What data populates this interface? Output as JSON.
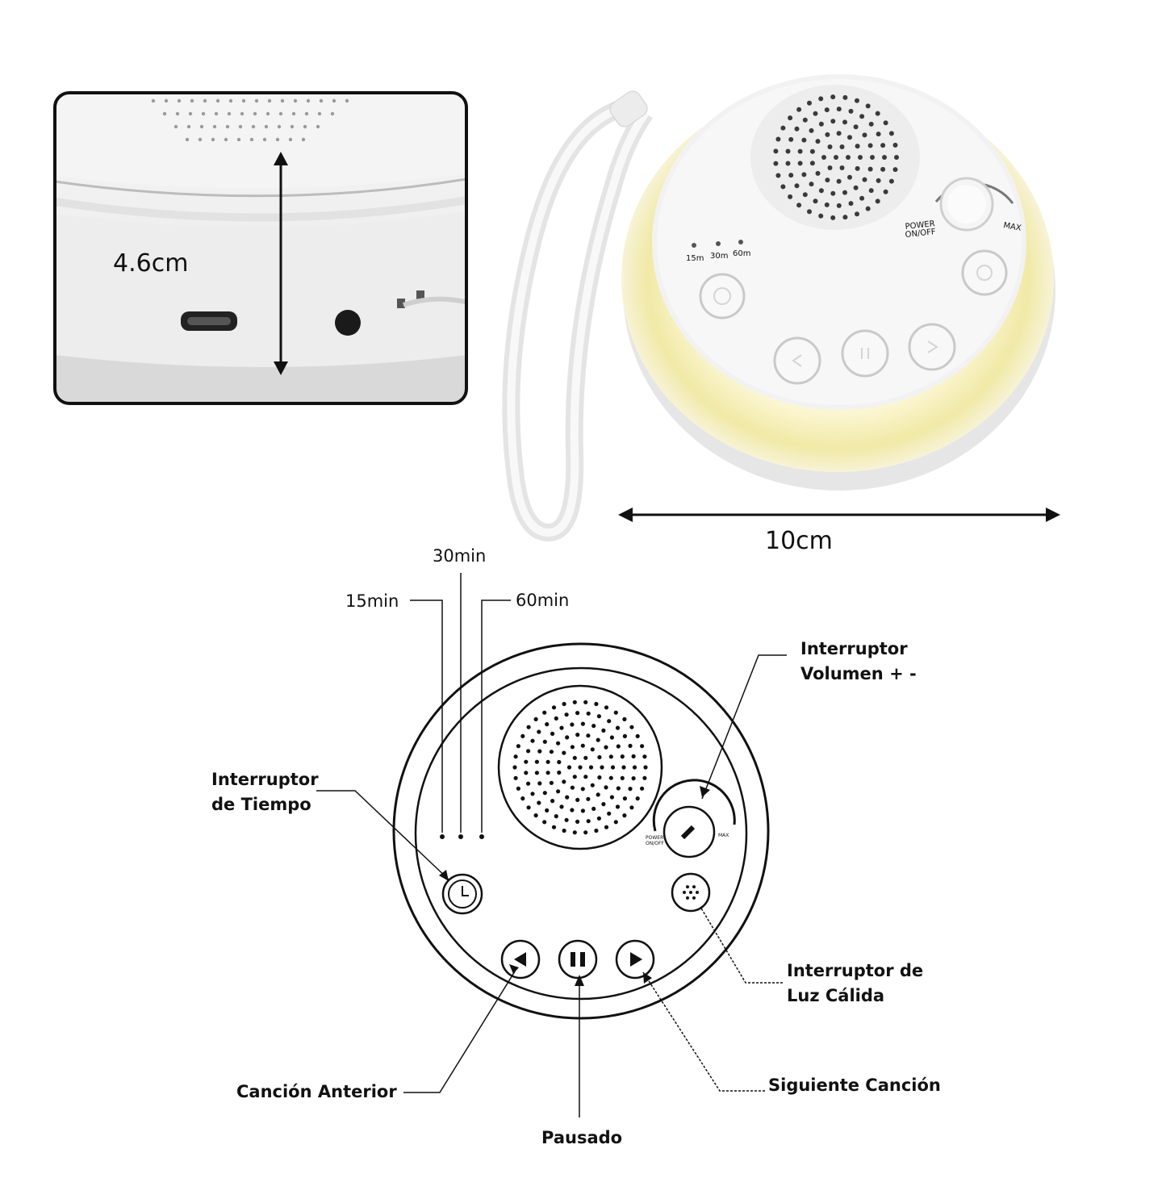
{
  "dimensions": {
    "height": "4.6cm",
    "width": "10cm"
  },
  "device_labels": {
    "power": "POWER",
    "on_off": "ON/OFF",
    "max": "MAX",
    "timer_15": "15m",
    "timer_30": "30m",
    "timer_60": "60m"
  },
  "timer_labels": {
    "t15": "15min",
    "t30": "30min",
    "t60": "60min"
  },
  "callouts": {
    "volume_line1": "Interruptor",
    "volume_line2": "Volumen + -",
    "time_line1": "Interruptor",
    "time_line2": "de Tiempo",
    "light_line1": "Interruptor de",
    "light_line2": "Luz Cálida",
    "prev": "Canción Anterior",
    "next": "Siguiente Canción",
    "pause": "Pausado"
  },
  "colors": {
    "glow": "#f3ecb0",
    "device_body": "#f4f4f4",
    "line": "#111111"
  }
}
